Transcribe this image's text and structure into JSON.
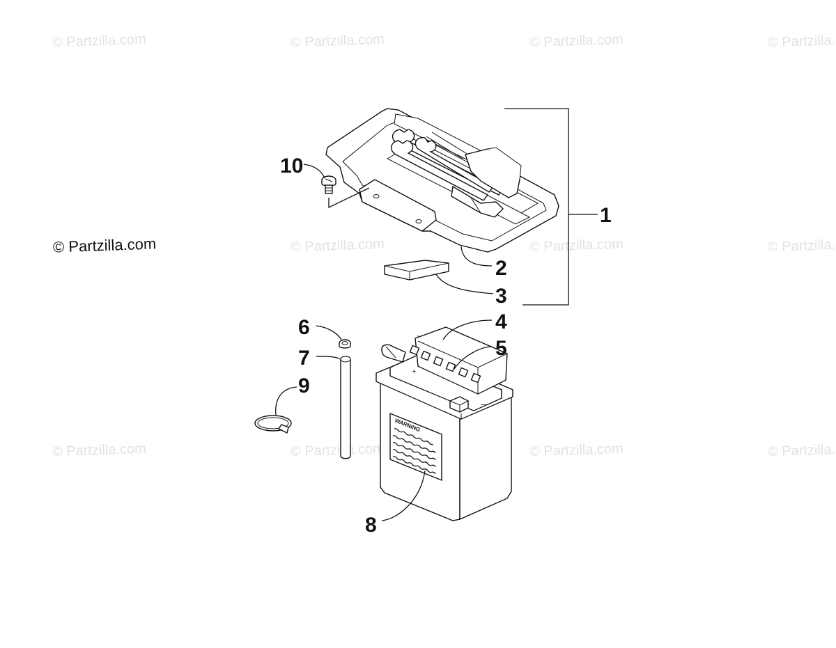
{
  "watermarks": {
    "text": "© Partzilla.com",
    "featured_text": "© Partzilla.com"
  },
  "callouts": {
    "c1": "1",
    "c2": "2",
    "c3": "3",
    "c4": "4",
    "c5": "5",
    "c6": "6",
    "c7": "7",
    "c8": "8",
    "c9": "9",
    "c10": "10"
  },
  "battery": {
    "warning_label": "WARNING",
    "plus_sign": "+",
    "minus_sign": "—"
  },
  "colors": {
    "line": "#111111",
    "watermark": "#e2e2e2",
    "background": "#ffffff"
  }
}
